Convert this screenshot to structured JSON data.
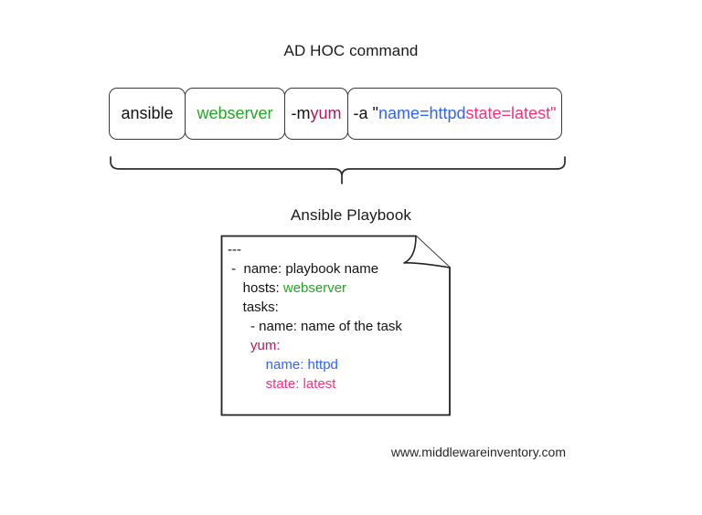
{
  "page": {
    "background": "#ffffff",
    "footer_url": "www.middlewareinventory.com"
  },
  "colors": {
    "text_black": "#121212",
    "green": "#22a722",
    "crimson": "#b01c5e",
    "blue": "#2f63ff",
    "pink": "#fb2f7d",
    "stroke": "#3a3a3a"
  },
  "adhoc": {
    "title": "AD HOC command",
    "boxes": [
      {
        "name": "ansible-command-box",
        "tokens": [
          {
            "text": "ansible",
            "color": "black"
          }
        ]
      },
      {
        "name": "inventory-group-box",
        "tokens": [
          {
            "text": "webserver",
            "color": "green"
          }
        ]
      },
      {
        "name": "module-flag-box",
        "tokens": [
          {
            "text": "-m ",
            "color": "black"
          },
          {
            "text": "yum",
            "color": "crimson"
          }
        ]
      },
      {
        "name": "module-args-box",
        "tokens": [
          {
            "text": "-a \"",
            "color": "black"
          },
          {
            "text": "name=httpd",
            "color": "blue"
          },
          {
            "text": " ",
            "color": "black"
          },
          {
            "text": "state=latest\"",
            "color": "pink"
          }
        ]
      }
    ]
  },
  "brace": {
    "name": "equivalence-brace",
    "direction": "down",
    "points_to": "Ansible Playbook"
  },
  "playbook": {
    "title": "Ansible Playbook",
    "lines": [
      {
        "indent": 0,
        "tokens": [
          {
            "text": "---",
            "color": "black"
          }
        ]
      },
      {
        "indent": 1,
        "tokens": [
          {
            "text": " -  name: playbook name",
            "color": "black"
          }
        ]
      },
      {
        "indent": 1,
        "tokens": [
          {
            "text": "    hosts: ",
            "color": "black"
          },
          {
            "text": "webserver",
            "color": "green"
          }
        ]
      },
      {
        "indent": 1,
        "tokens": [
          {
            "text": "    tasks:",
            "color": "black"
          }
        ]
      },
      {
        "indent": 2,
        "tokens": [
          {
            "text": "      - name: name of the task",
            "color": "black"
          }
        ]
      },
      {
        "indent": 2,
        "tokens": [
          {
            "text": "      yum:",
            "color": "crimson"
          }
        ]
      },
      {
        "indent": 3,
        "tokens": [
          {
            "text": "          name: httpd",
            "color": "blue"
          }
        ]
      },
      {
        "indent": 3,
        "tokens": [
          {
            "text": "          state: latest",
            "color": "pink"
          }
        ]
      }
    ]
  }
}
